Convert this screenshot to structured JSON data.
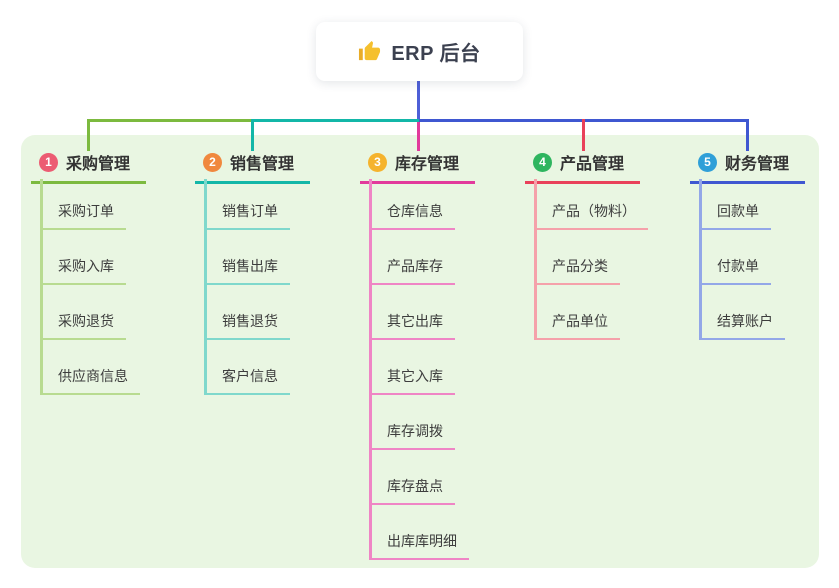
{
  "root": {
    "title": "ERP 后台",
    "icon": "thumbs-up-icon",
    "icon_color": "#f5c02e"
  },
  "panel": {
    "background_color": "#e9f6e2"
  },
  "edges": {
    "root_edge_color": "#4e5fd7"
  },
  "branches": [
    {
      "index": "1",
      "label": "采购管理",
      "badge_color": "#ec5c72",
      "line_color": "#7cba3f",
      "child_line_color": "#b8db90",
      "children": [
        "采购订单",
        "采购入库",
        "采购退货",
        "供应商信息"
      ]
    },
    {
      "index": "2",
      "label": "销售管理",
      "badge_color": "#f0883e",
      "line_color": "#13b7a8",
      "child_line_color": "#7fd8cc",
      "children": [
        "销售订单",
        "销售出库",
        "销售退货",
        "客户信息"
      ]
    },
    {
      "index": "3",
      "label": "库存管理",
      "badge_color": "#f5b32d",
      "line_color": "#e23a9c",
      "child_line_color": "#ef85c5",
      "children": [
        "仓库信息",
        "产品库存",
        "其它出库",
        "其它入库",
        "库存调拨",
        "库存盘点",
        "出库库明细"
      ]
    },
    {
      "index": "4",
      "label": "产品管理",
      "badge_color": "#2eb55f",
      "line_color": "#e9415a",
      "child_line_color": "#f5a1aa",
      "children": [
        "产品（物料）",
        "产品分类",
        "产品单位"
      ]
    },
    {
      "index": "5",
      "label": "财务管理",
      "badge_color": "#2f9fd8",
      "line_color": "#3f57d1",
      "child_line_color": "#93a7e8",
      "children": [
        "回款单",
        "付款单",
        "结算账户"
      ]
    }
  ]
}
